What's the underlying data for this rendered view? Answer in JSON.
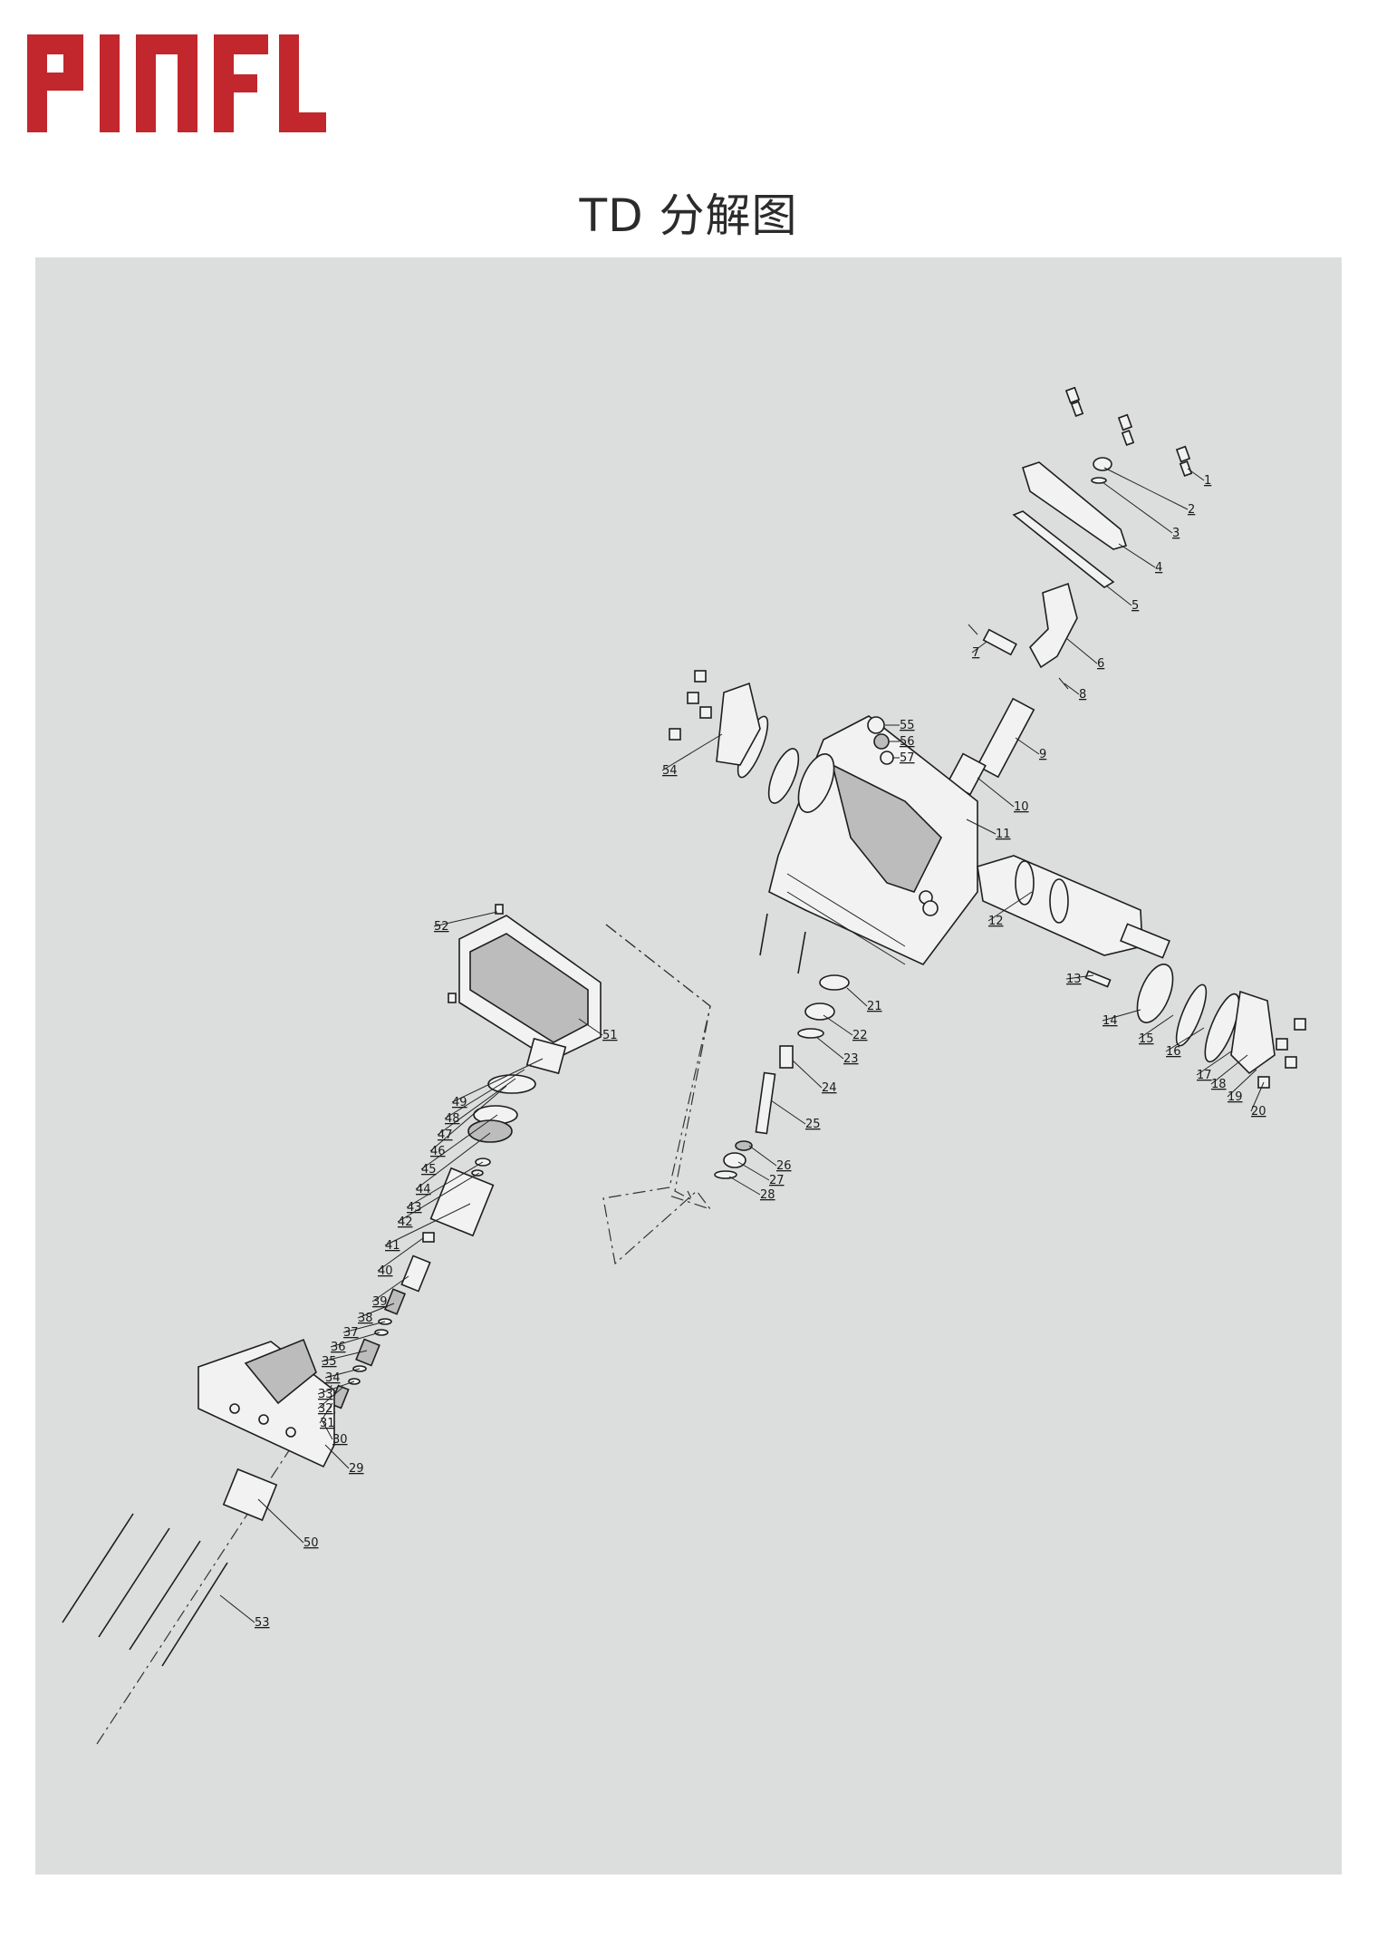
{
  "brand": {
    "logo_text": "PINFL",
    "color": "#c1272d"
  },
  "title": "TD 分解图",
  "panel_bg": "#dcdedd",
  "callouts": [
    "1",
    "2",
    "3",
    "4",
    "5",
    "6",
    "7",
    "8",
    "9",
    "10",
    "11",
    "12",
    "13",
    "14",
    "15",
    "16",
    "17",
    "18",
    "19",
    "20",
    "21",
    "22",
    "23",
    "24",
    "25",
    "26",
    "27",
    "28",
    "29",
    "30",
    "31",
    "32",
    "33",
    "34",
    "35",
    "36",
    "37",
    "38",
    "39",
    "40",
    "41",
    "42",
    "43",
    "44",
    "45",
    "46",
    "47",
    "48",
    "49",
    "50",
    "51",
    "52",
    "53",
    "54",
    "55",
    "56",
    "57"
  ]
}
